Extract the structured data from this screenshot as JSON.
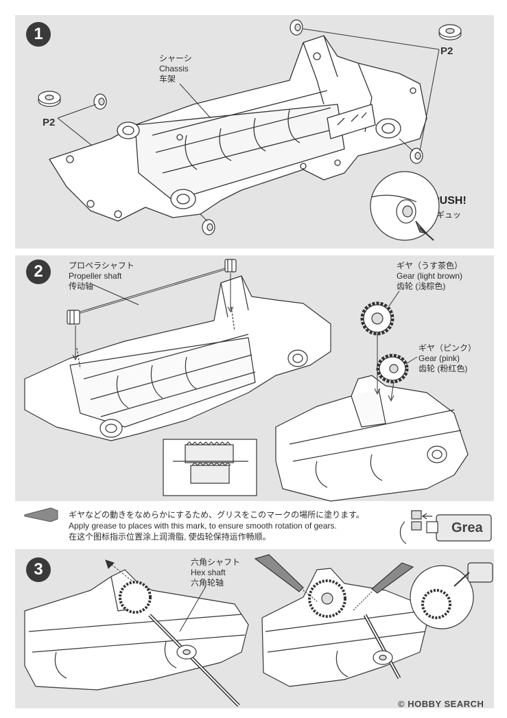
{
  "step1": {
    "number": "1",
    "chassis_label": [
      "シャーシ",
      "Chassis",
      "车架"
    ],
    "p2_left": "P2",
    "p2_right": "P2",
    "push_en": "PUSH!",
    "push_jp": "ギュッ"
  },
  "step2": {
    "number": "2",
    "propeller_label": [
      "プロペラシャフト",
      "Propeller shaft",
      "传动轴"
    ],
    "gear_brown_label": [
      "ギヤ（うす茶色）",
      "Gear (light brown)",
      "齿轮 (浅棕色)"
    ],
    "gear_pink_label": [
      "ギヤ（ピンク）",
      "Gear (pink)",
      "齿轮 (粉红色)"
    ]
  },
  "grease_note": {
    "jp": "ギヤなどの動きをなめらかにするため、グリスをこのマークの場所に塗ります。",
    "en1": "Apply grease to places with this mark, to ensure smooth rotation of gears.",
    "cn": "在这个图标指示位置涂上润滑脂, 使齿轮保持运作畅顺。",
    "tube_text": "Grea"
  },
  "step3": {
    "number": "3",
    "hex_label": [
      "六角シャフト",
      "Hex shaft",
      "六角轮轴"
    ]
  },
  "watermark": "© HOBBY SEARCH",
  "colors": {
    "panel": "#e4e4e4",
    "step_circle": "#3a3a3a",
    "line": "#333333",
    "part_fill": "#ffffff"
  }
}
